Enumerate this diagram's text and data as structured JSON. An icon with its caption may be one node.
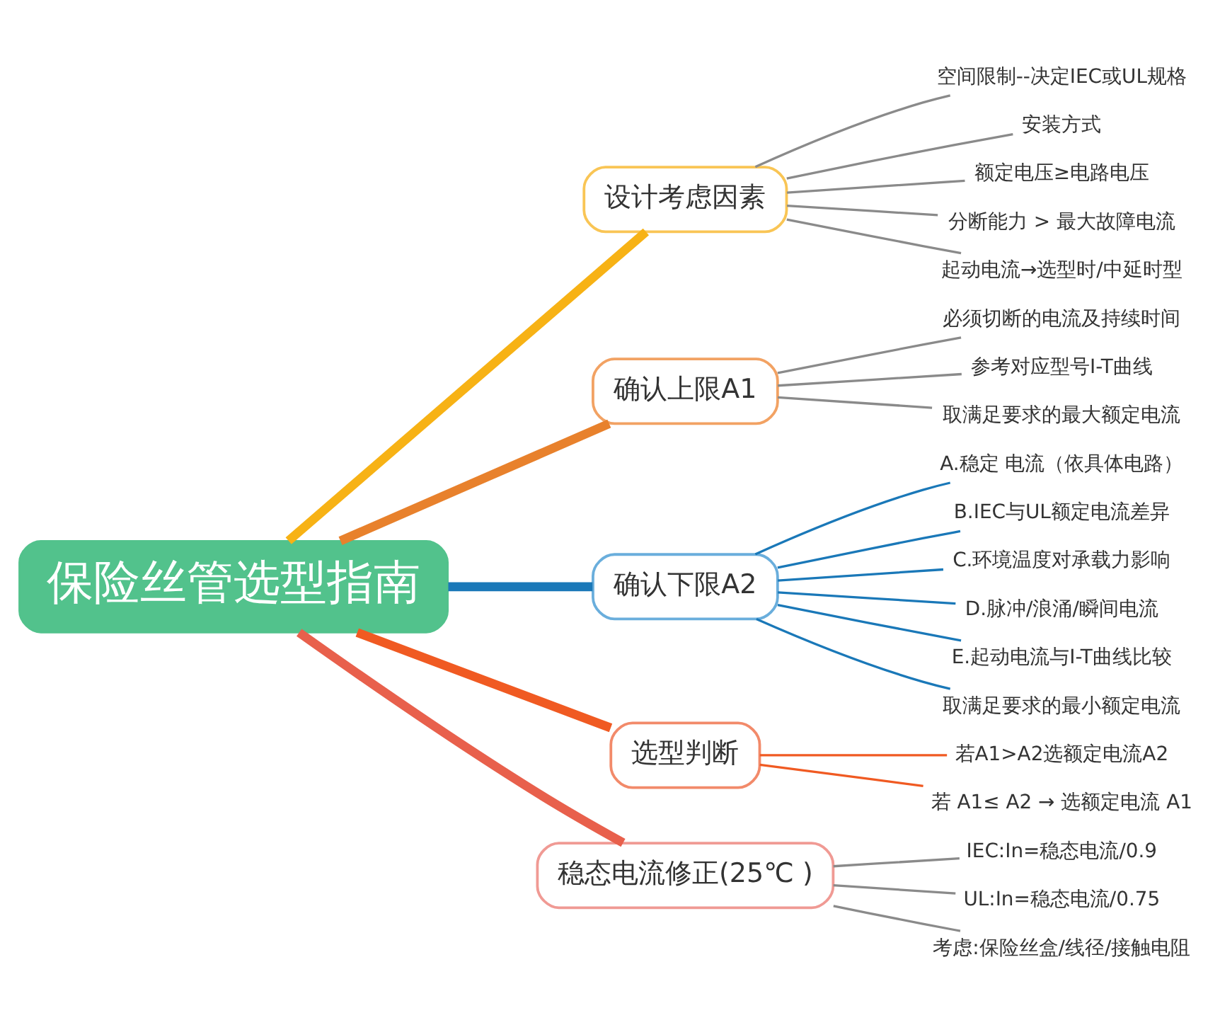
{
  "diagram": {
    "nodes": [
      {
        "text": [
          "保险丝管选型指南"
        ]
      },
      {
        "text": [
          "设计考虑因素"
        ]
      },
      {
        "text": [
          "空间限制--决定IEC或UL规格"
        ]
      },
      {
        "text": [
          "安装方式"
        ]
      },
      {
        "text": [
          "额定电压≥电路电压"
        ]
      },
      {
        "text": [
          "分断能力 > 最大故障电流"
        ]
      },
      {
        "text": [
          "起动电流→选型时/中延时型"
        ]
      },
      {
        "text": [
          "确认上限A1"
        ]
      },
      {
        "text": [
          "必须切断的电流及持续时间"
        ]
      },
      {
        "text": [
          "参考对应型号I-T曲线"
        ]
      },
      {
        "text": [
          "取满足要求的最大额定电流"
        ]
      },
      {
        "text": [
          "确认下限A2"
        ]
      },
      {
        "text": [
          "A.稳定 电流（依具体电路）"
        ]
      },
      {
        "text": [
          "B.IEC与UL额定电流差异"
        ]
      },
      {
        "text": [
          "C.环境温度对承载力影响"
        ]
      },
      {
        "text": [
          "D.脉冲/浪涌/瞬间电流"
        ]
      },
      {
        "text": [
          "E.起动电流与I-T曲线比较"
        ]
      },
      {
        "text": [
          "取满足要求的最小额定电流"
        ]
      },
      {
        "text": [
          "选型判断"
        ]
      },
      {
        "text": [
          "若A1>A2选额定电流A2"
        ]
      },
      {
        "text": [
          "若 A1≤ A2 → 选额定电流 A1"
        ]
      },
      {
        "text": [
          "稳态电流修正(25℃ )"
        ]
      },
      {
        "text": [
          "IEC:In=稳态电流/0.9"
        ]
      },
      {
        "text": [
          "UL:In=稳态电流/0.75"
        ]
      },
      {
        "text": [
          "考虑:保险丝盒/线径/接触电阻"
        ]
      }
    ],
    "edges": [
      {
        "from": 0,
        "to": 1,
        "arrow": "none",
        "style": "thick",
        "color": "#f7b215"
      },
      {
        "from": 1,
        "to": 2,
        "arrow": "none"
      },
      {
        "from": 1,
        "to": 3,
        "arrow": "none"
      },
      {
        "from": 1,
        "to": 4,
        "arrow": "none"
      },
      {
        "from": 1,
        "to": 5,
        "arrow": "none"
      },
      {
        "from": 1,
        "to": 6,
        "arrow": "none"
      },
      {
        "from": 0,
        "to": 7,
        "arrow": "none",
        "style": "thick",
        "color": "#e8812c"
      },
      {
        "from": 7,
        "to": 8,
        "arrow": "none"
      },
      {
        "from": 7,
        "to": 9,
        "arrow": "none"
      },
      {
        "from": 7,
        "to": 10,
        "arrow": "none"
      },
      {
        "from": 0,
        "to": 11,
        "arrow": "none",
        "style": "thick",
        "color": "#1a78b8"
      },
      {
        "from": 11,
        "to": 12,
        "arrow": "none",
        "color": "#1a78b8"
      },
      {
        "from": 11,
        "to": 13,
        "arrow": "none",
        "color": "#1a78b8"
      },
      {
        "from": 11,
        "to": 14,
        "arrow": "none",
        "color": "#1a78b8"
      },
      {
        "from": 11,
        "to": 15,
        "arrow": "none",
        "color": "#1a78b8"
      },
      {
        "from": 11,
        "to": 16,
        "arrow": "none",
        "color": "#1a78b8"
      },
      {
        "from": 11,
        "to": 17,
        "arrow": "none",
        "color": "#1a78b8"
      },
      {
        "from": 0,
        "to": 18,
        "arrow": "none",
        "style": "thick",
        "color": "#f05a22"
      },
      {
        "from": 18,
        "to": 19,
        "arrow": "none",
        "color": "#f05a22"
      },
      {
        "from": 18,
        "to": 20,
        "arrow": "none",
        "color": "#f05a22"
      },
      {
        "from": 0,
        "to": 21,
        "arrow": "none",
        "style": "thick",
        "color": "#e8604c"
      },
      {
        "from": 21,
        "to": 22,
        "arrow": "none"
      },
      {
        "from": 21,
        "to": 23,
        "arrow": "none"
      },
      {
        "from": 21,
        "to": 24,
        "arrow": "none"
      }
    ]
  }
}
